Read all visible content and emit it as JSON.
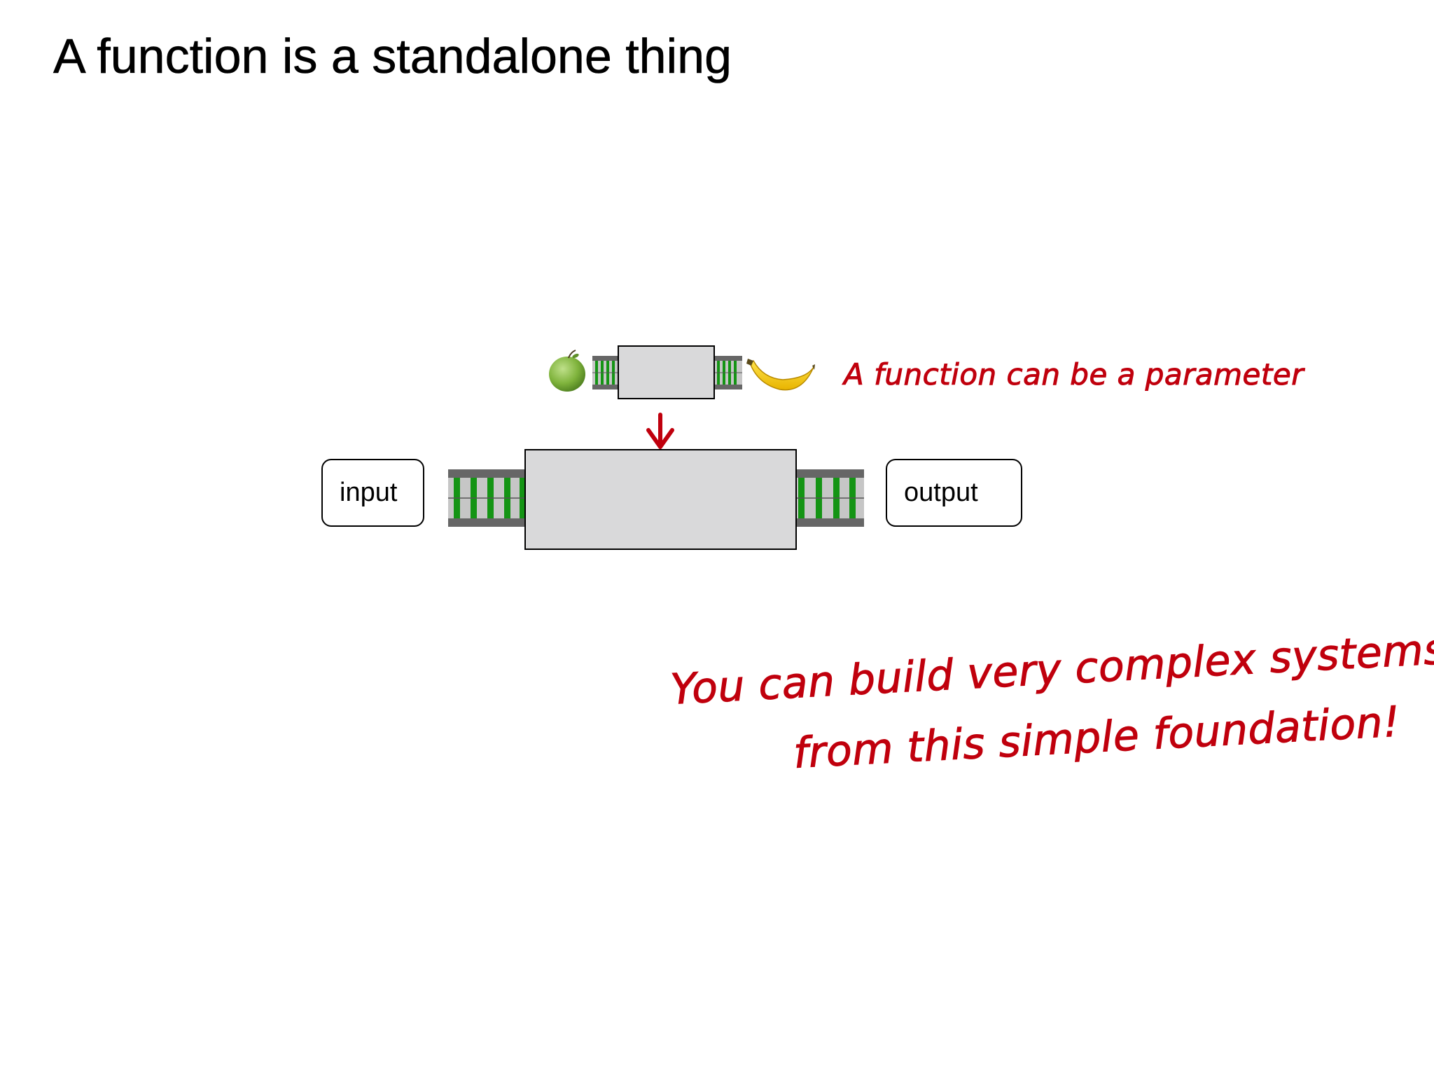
{
  "slide": {
    "title": "A function is a standalone thing"
  },
  "diagram": {
    "input_label": "input",
    "output_label": "output",
    "parameter_input_icon": "green-apple-icon",
    "parameter_output_icon": "banana-icon",
    "colors": {
      "box_fill": "#d9d9da",
      "track_rail": "#666666",
      "track_gap": "#c6c6c6",
      "track_tie": "#149414",
      "arrow": "#c0000d"
    }
  },
  "annotations": {
    "parameter_note": "A function can be a parameter",
    "complex_note_line1": "You can build very complex systems",
    "complex_note_line2": "from this simple foundation!"
  }
}
